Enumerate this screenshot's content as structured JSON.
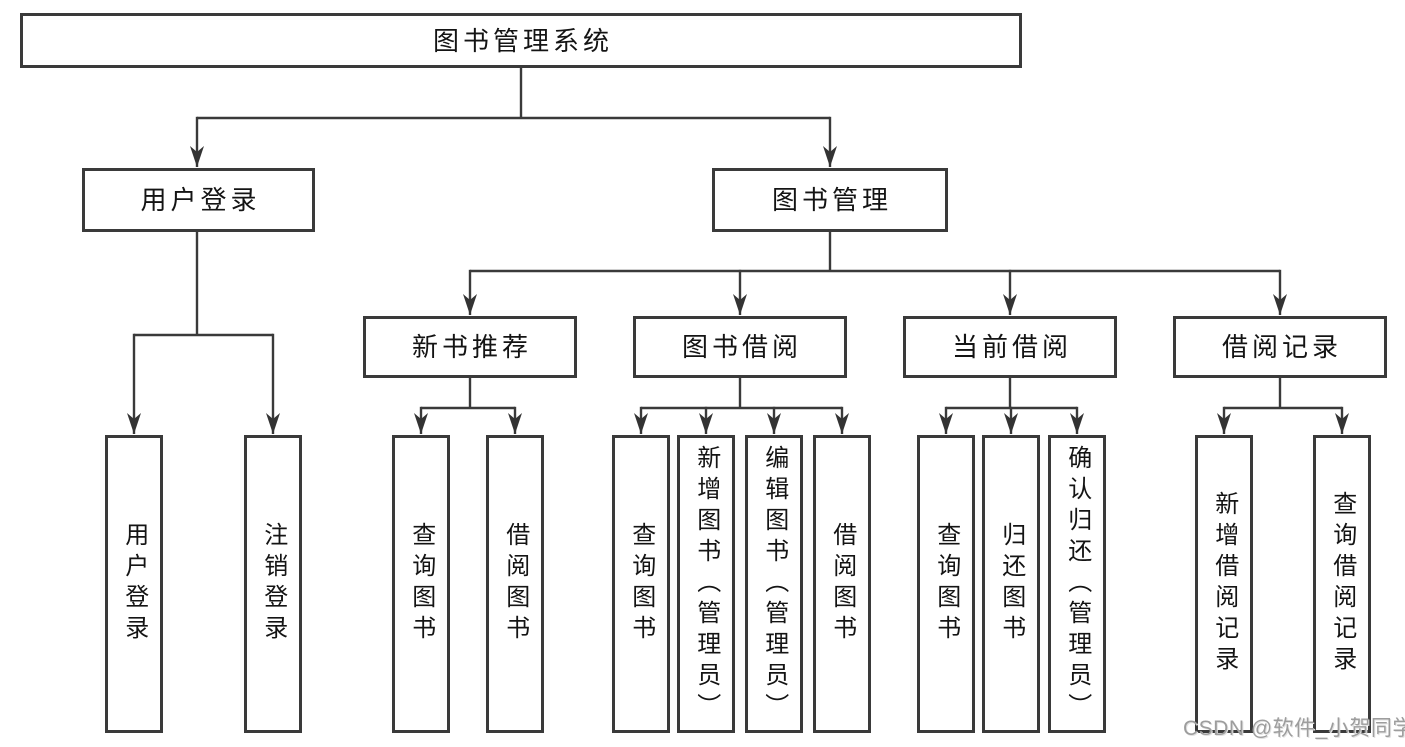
{
  "tree": {
    "root": "图书管理系统",
    "level2": [
      {
        "label": "用户登录",
        "leaves": [
          "用户登录",
          "注销登录"
        ]
      },
      {
        "label": "图书管理",
        "sub": [
          {
            "label": "新书推荐",
            "leaves": [
              "查询图书",
              "借阅图书"
            ]
          },
          {
            "label": "图书借阅",
            "leaves": [
              "查询图书",
              "新增图书（管理员）",
              "编辑图书（管理员）",
              "借阅图书"
            ]
          },
          {
            "label": "当前借阅",
            "leaves": [
              "查询图书",
              "归还图书",
              "确认归还（管理员）"
            ]
          },
          {
            "label": "借阅记录",
            "leaves": [
              "新增借阅记录",
              "查询借阅记录"
            ]
          }
        ]
      }
    ]
  },
  "colors": {
    "line": "#3a3a3a",
    "arrow": "#333333",
    "box_border": "#3a3a3a",
    "text": "#141414",
    "watermark": "#9d9d9d",
    "background": "#ffffff"
  },
  "watermark": "CSDN @软件_小贺同学"
}
